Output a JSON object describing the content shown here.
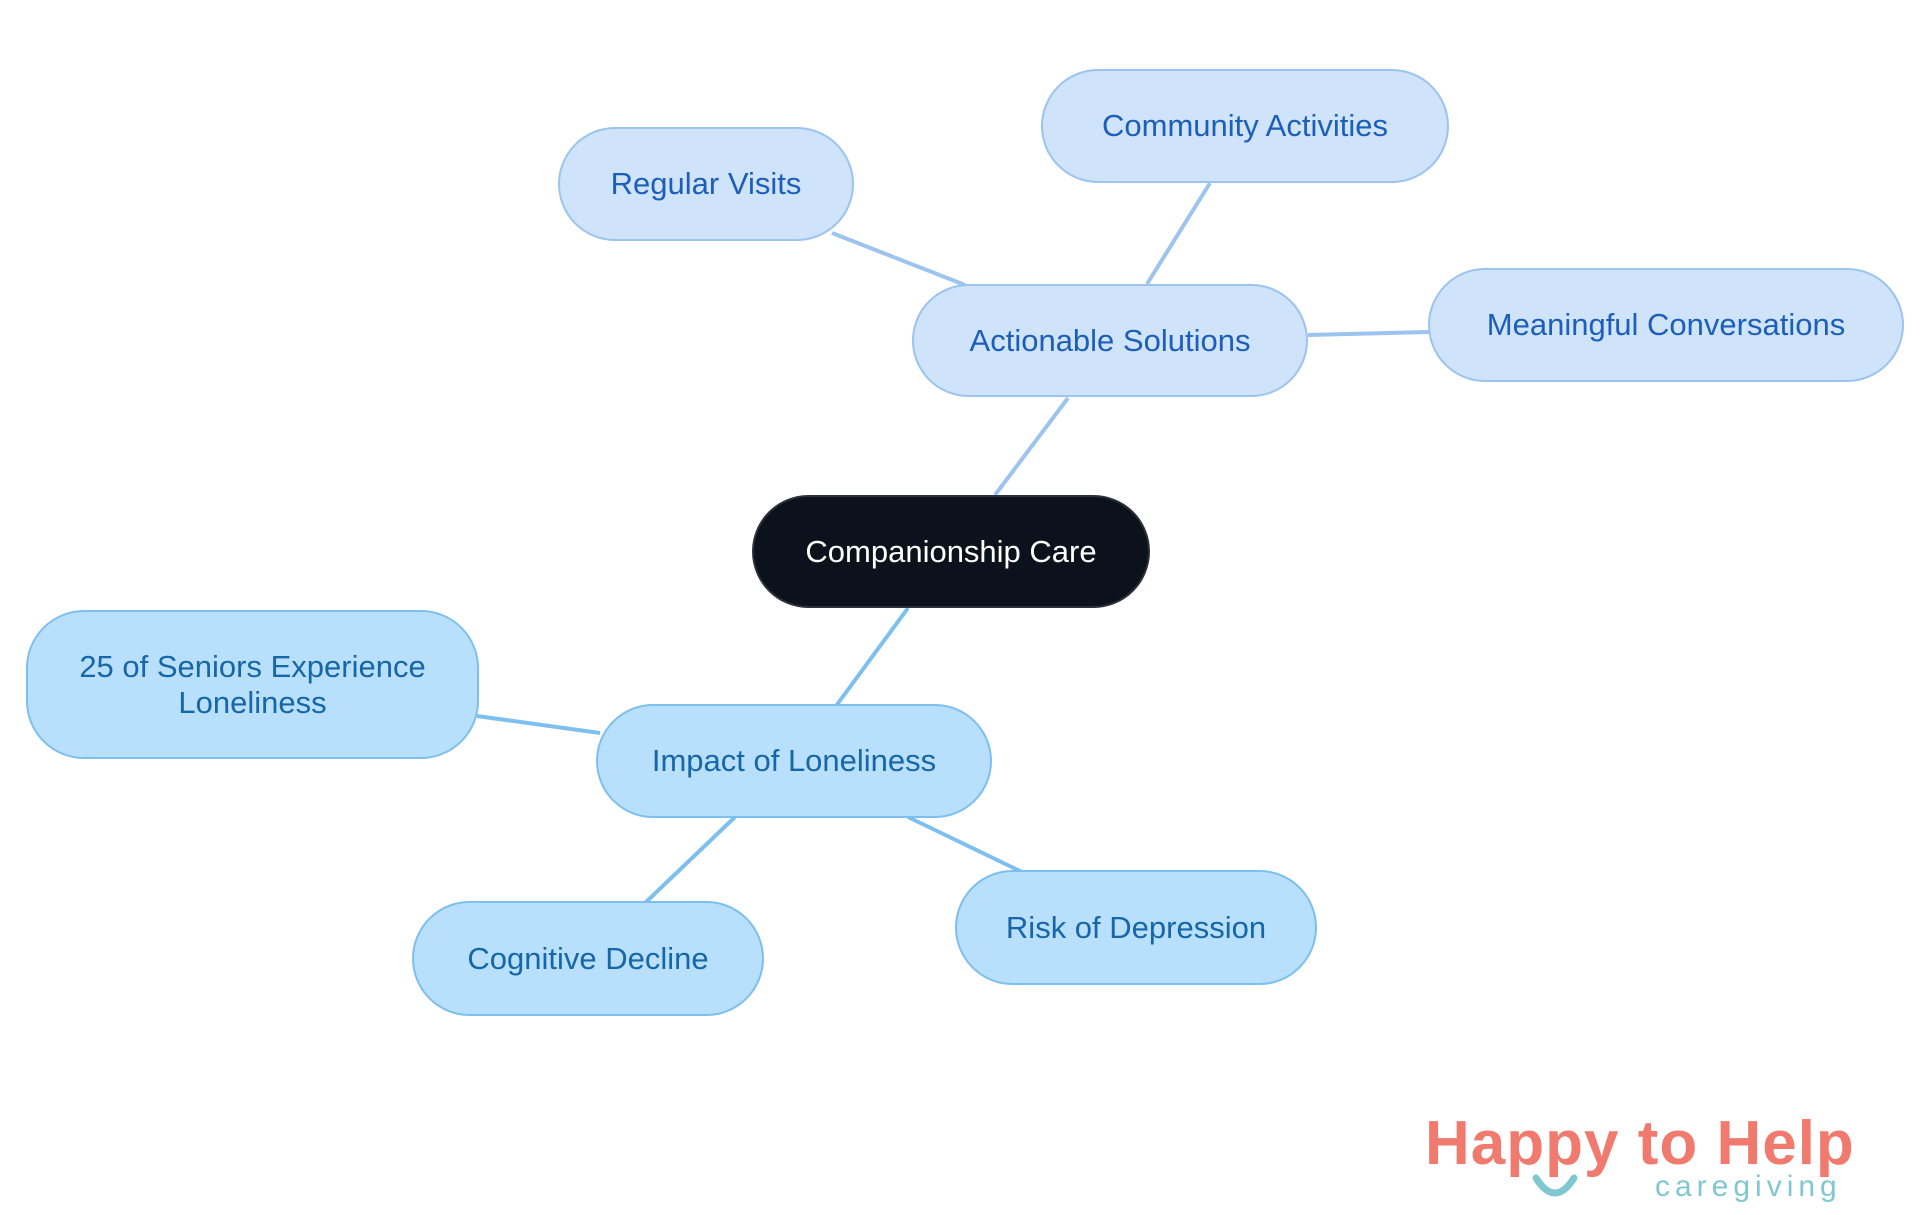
{
  "diagram": {
    "root": {
      "label": "Companionship Care"
    },
    "branches": [
      {
        "id": "actionable",
        "label": "Actionable Solutions",
        "children": [
          {
            "id": "visits",
            "label": "Regular Visits"
          },
          {
            "id": "community",
            "label": "Community Activities"
          },
          {
            "id": "conversations",
            "label": "Meaningful Conversations"
          }
        ]
      },
      {
        "id": "impact",
        "label": "Impact of Loneliness",
        "children": [
          {
            "id": "seniors",
            "label": "25 of Seniors Experience Loneliness"
          },
          {
            "id": "cognitive",
            "label": "Cognitive Decline"
          },
          {
            "id": "depression",
            "label": "Risk of Depression"
          }
        ]
      }
    ]
  },
  "logo": {
    "title": "Happy to Help",
    "subtitle": "caregiving"
  },
  "colors": {
    "root_fill": "#0c121b",
    "solutions_fill": "#cfe3fb",
    "solutions_text": "#1d5fb8",
    "impact_fill": "#b8e0fc",
    "impact_text": "#1666a8",
    "logo_coral": "#f07a6e",
    "logo_teal": "#7fc8cf"
  }
}
